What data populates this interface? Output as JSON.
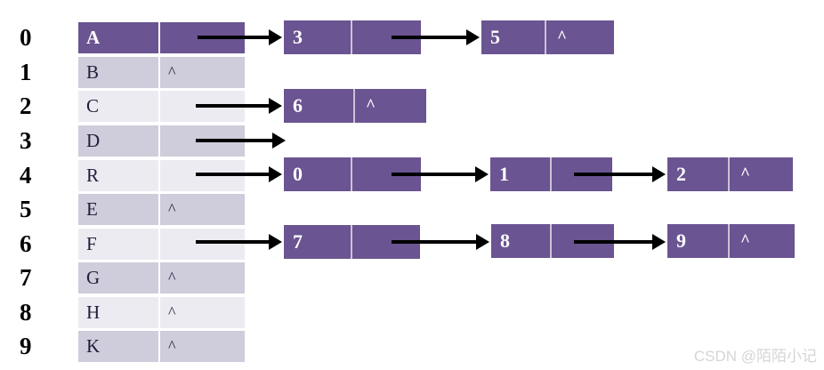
{
  "diagram": {
    "kind": "adjacency-list",
    "colors": {
      "node_purple": "#6a5491",
      "row_dark_gray": "#cfccdb",
      "row_light_gray": "#edebf2",
      "arrow_black": "#000000",
      "highlight_text": "#ffffff",
      "table_text": "#1f1d3a",
      "watermark_gray": "#d5d5d5"
    },
    "table": {
      "rows": [
        {
          "index": "0",
          "letter": "A",
          "pointer": ""
        },
        {
          "index": "1",
          "letter": "B",
          "pointer": "^"
        },
        {
          "index": "2",
          "letter": "C",
          "pointer": ""
        },
        {
          "index": "3",
          "letter": "D",
          "pointer": ""
        },
        {
          "index": "4",
          "letter": "R",
          "pointer": ""
        },
        {
          "index": "5",
          "letter": "E",
          "pointer": "^"
        },
        {
          "index": "6",
          "letter": "F",
          "pointer": ""
        },
        {
          "index": "7",
          "letter": "G",
          "pointer": "^"
        },
        {
          "index": "8",
          "letter": "H",
          "pointer": "^"
        },
        {
          "index": "9",
          "letter": "K",
          "pointer": "^"
        }
      ]
    },
    "chains": [
      {
        "source_letter": "A",
        "nodes": [
          {
            "value": "3",
            "next": ""
          },
          {
            "value": "5",
            "next": "^"
          }
        ]
      },
      {
        "source_letter": "C",
        "nodes": [
          {
            "value": "6",
            "next": "^"
          }
        ]
      },
      {
        "source_letter": "D",
        "nodes": []
      },
      {
        "source_letter": "R",
        "nodes": [
          {
            "value": "0",
            "next": ""
          },
          {
            "value": "1",
            "next": ""
          },
          {
            "value": "2",
            "next": "^"
          }
        ]
      },
      {
        "source_letter": "F",
        "nodes": [
          {
            "value": "7",
            "next": ""
          },
          {
            "value": "8",
            "next": ""
          },
          {
            "value": "9",
            "next": "^"
          }
        ]
      }
    ],
    "watermark": "CSDN @陌陌小记"
  }
}
